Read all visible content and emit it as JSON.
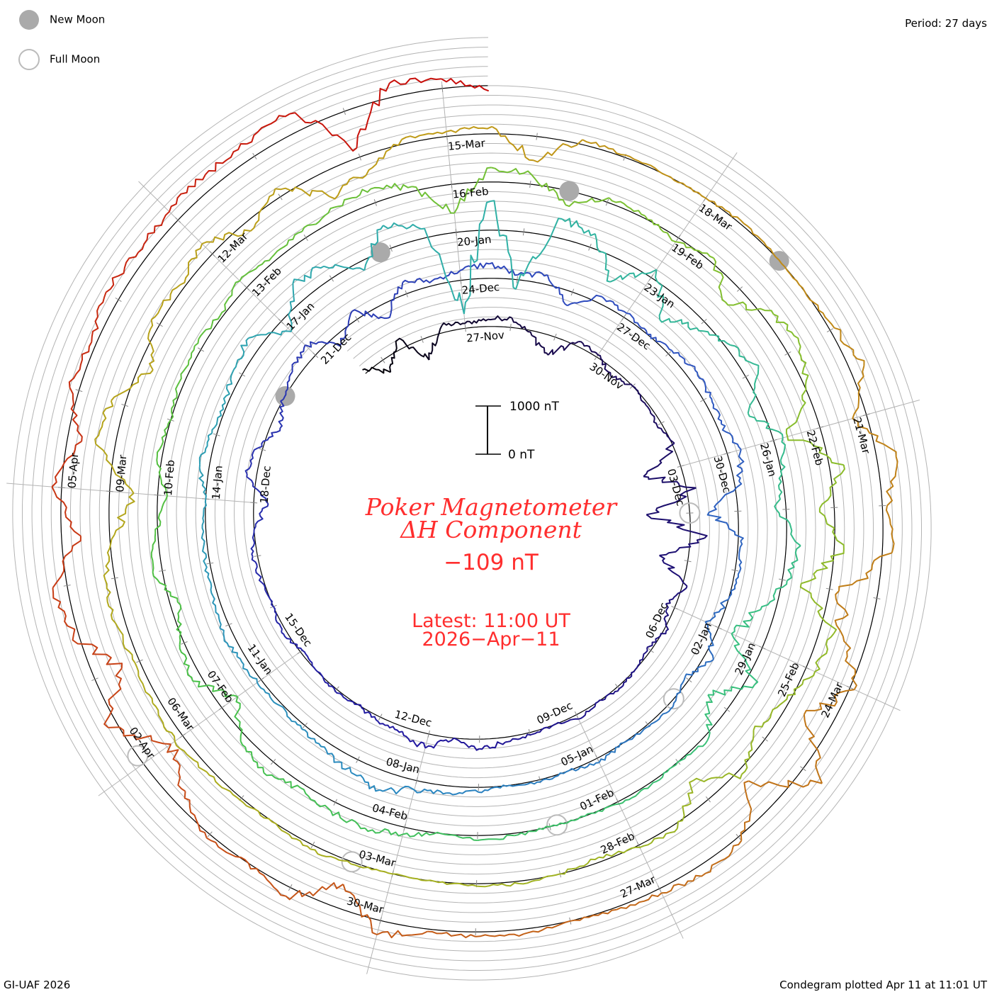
{
  "legend": {
    "new_moon_label": "New Moon",
    "full_moon_label": "Full Moon",
    "new_moon_color": "#aaaaaa",
    "full_moon_color": "#bbbbbb"
  },
  "period_label": "Period: 27 days",
  "footer_left": "GI-UAF 2026",
  "footer_right": "Condegram plotted Apr 11 at 11:01 UT",
  "center": {
    "title_line1": "Poker Magnetometer",
    "title_line2": "ΔH Component",
    "current_value": "−109 nT",
    "latest_line1": "Latest: 11:00 UT",
    "latest_line2": "2026−Apr−11",
    "text_color": "#ff2e2e"
  },
  "scale_bar": {
    "top_label": "1000 nT",
    "bottom_label": "0 nT",
    "nT_per_turn_spacing": 1000
  },
  "chart_data": {
    "type": "line",
    "subtype": "condegram-spiral",
    "title": "Poker Magnetometer ΔH Component",
    "units": "nT",
    "period_days": 27,
    "day_zero_label": "27-Nov",
    "start_day": -2.5,
    "step_days": 0.5,
    "end_day": 135.46,
    "date_labels": [
      "27-Nov",
      "30-Nov",
      "03-Dec",
      "06-Dec",
      "09-Dec",
      "12-Dec",
      "15-Dec",
      "18-Dec",
      "21-Dec",
      "24-Dec",
      "27-Dec",
      "30-Dec",
      "02-Jan",
      "05-Jan",
      "08-Jan",
      "11-Jan",
      "14-Jan",
      "17-Jan",
      "20-Jan",
      "23-Jan",
      "26-Jan",
      "29-Jan",
      "01-Feb",
      "04-Feb",
      "07-Feb",
      "10-Feb",
      "13-Feb",
      "16-Feb",
      "19-Feb",
      "22-Feb",
      "25-Feb",
      "28-Feb",
      "03-Mar",
      "06-Mar",
      "09-Mar",
      "12-Mar",
      "15-Mar",
      "18-Mar",
      "21-Mar",
      "24-Mar",
      "27-Mar",
      "30-Mar",
      "02-Apr",
      "05-Apr"
    ],
    "date_label_step_days": 3,
    "moons": [
      {
        "phase": "new",
        "day": 23.07
      },
      {
        "phase": "new",
        "day": 52.83
      },
      {
        "phase": "new",
        "day": 82.5
      },
      {
        "phase": "new",
        "day": 112.06
      },
      {
        "phase": "full",
        "day": 7.0
      },
      {
        "phase": "full",
        "day": 37.4
      },
      {
        "phase": "full",
        "day": 66.9
      },
      {
        "phase": "full",
        "day": 96.5
      },
      {
        "phase": "full",
        "day": 126.1
      }
    ],
    "color_stops": [
      {
        "day": -3,
        "color": "#000000"
      },
      {
        "day": 2,
        "color": "#1a0a50"
      },
      {
        "day": 15,
        "color": "#2218a0"
      },
      {
        "day": 30,
        "color": "#3050c0"
      },
      {
        "day": 42,
        "color": "#2a88c0"
      },
      {
        "day": 54,
        "color": "#30b0a8"
      },
      {
        "day": 63,
        "color": "#38c080"
      },
      {
        "day": 72,
        "color": "#48c048"
      },
      {
        "day": 84,
        "color": "#80c030"
      },
      {
        "day": 96,
        "color": "#a8b020"
      },
      {
        "day": 108,
        "color": "#c09a18"
      },
      {
        "day": 117,
        "color": "#c07818"
      },
      {
        "day": 126,
        "color": "#c84818"
      },
      {
        "day": 135.5,
        "color": "#c80808"
      }
    ],
    "values_nT": [
      100,
      -300,
      200,
      -450,
      150,
      100,
      150,
      200,
      -100,
      -400,
      100,
      50,
      -150,
      0,
      -50,
      -100,
      50,
      -800,
      200,
      -900,
      300,
      -600,
      100,
      -200,
      50,
      -100,
      0,
      50,
      0,
      100,
      0,
      50,
      100,
      200,
      0,
      300,
      100,
      100,
      0,
      50,
      0,
      -50,
      100,
      0,
      50,
      100,
      0,
      -300,
      200,
      100,
      -200,
      0,
      150,
      300,
      -200,
      200,
      -300,
      250,
      100,
      200,
      300,
      100,
      200,
      -300,
      150,
      100,
      0,
      100,
      200,
      150,
      100,
      300,
      100,
      -600,
      50,
      100,
      0,
      -300,
      200,
      -100,
      100,
      50,
      0,
      100,
      0,
      50,
      0,
      100,
      150,
      200,
      400,
      300,
      150,
      100,
      50,
      100,
      150,
      200,
      100,
      100,
      50,
      0,
      200,
      100,
      50,
      200,
      300,
      -300,
      400,
      300,
      -200,
      500,
      200,
      -1700,
      600,
      -1200,
      400,
      300,
      -500,
      200,
      -600,
      -200,
      100,
      300,
      -300,
      200,
      0,
      -200,
      300,
      100,
      -300,
      -700,
      200,
      -500,
      100,
      0,
      50,
      50,
      0,
      0,
      50,
      100,
      0,
      150,
      250,
      200,
      100,
      300,
      150,
      -400,
      200,
      100,
      -200,
      200,
      50,
      -200,
      100,
      0,
      100,
      150,
      50,
      200,
      100,
      150,
      250,
      300,
      100,
      -600,
      300,
      200,
      -300,
      100,
      50,
      -100,
      100,
      -400,
      200,
      300,
      0,
      -700,
      300,
      -300,
      200,
      -600,
      300,
      200,
      -100,
      -300,
      100,
      -500,
      100,
      50,
      -100,
      0,
      50,
      50,
      0,
      0,
      50,
      100,
      0,
      50,
      100,
      200,
      150,
      100,
      200,
      200,
      -100,
      -500,
      400,
      300,
      -300,
      200,
      100,
      300,
      -200,
      200,
      -500,
      -400,
      100,
      100,
      150,
      -500,
      100,
      50,
      0,
      0,
      50,
      0,
      0,
      100,
      300,
      -300,
      400,
      100,
      200,
      -800,
      -500,
      100,
      -600,
      500,
      -700,
      100,
      200,
      100,
      50,
      0,
      100,
      100,
      50,
      300,
      -500,
      200,
      0,
      100,
      -300,
      -700,
      200,
      -600,
      100,
      300,
      -400,
      200,
      -300,
      200,
      100,
      300,
      200,
      250,
      300,
      300,
      400,
      -800,
      300,
      200,
      -109
    ]
  }
}
